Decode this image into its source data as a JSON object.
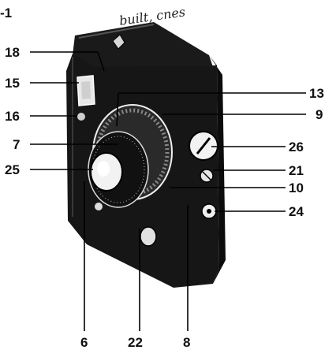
{
  "figure": {
    "index_mark": "-1",
    "handwriting": "built, cnes",
    "callouts": {
      "c18": "18",
      "c15": "15",
      "c16": "16",
      "c7": "7",
      "c25": "25",
      "c13": "13",
      "c9": "9",
      "c26": "26",
      "c21": "21",
      "c10": "10",
      "c24": "24",
      "c6": "6",
      "c22": "22",
      "c8": "8"
    }
  }
}
